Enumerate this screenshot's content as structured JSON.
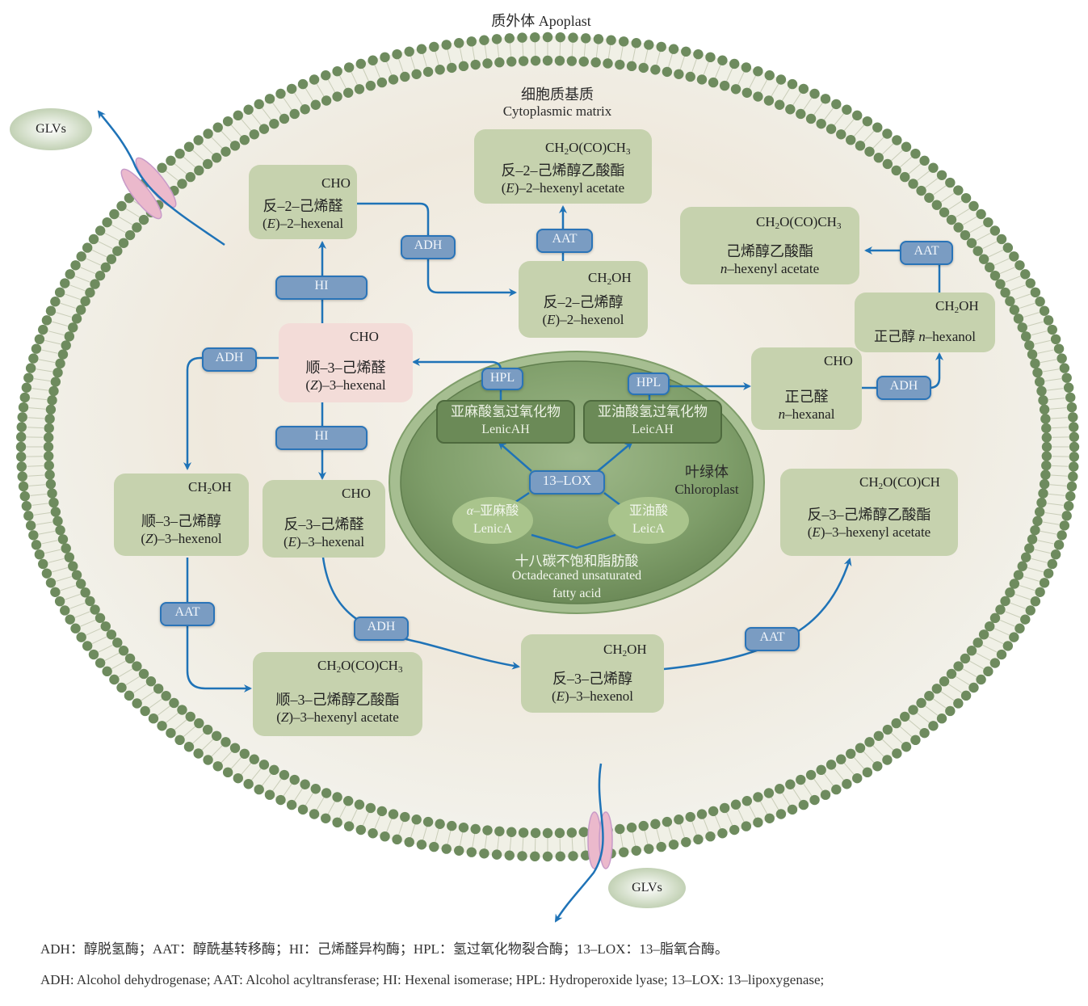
{
  "regions": {
    "apoplast": "质外体 Apoplast",
    "cytoplasm_cn": "细胞质基质",
    "cytoplasm_en": "Cytoplasmic matrix",
    "chloroplast_cn": "叶绿体",
    "chloroplast_en": "Chloroplast"
  },
  "glvs": [
    "GLVs",
    "GLVs"
  ],
  "compounds": {
    "e2_hexenal": {
      "formula_tail": "CHO",
      "cn": "反–2–己烯醛",
      "en_prefix": "E",
      "en_rest": "–2–hexenal"
    },
    "e2_hexenyl_acetate": {
      "formula_tail": "CH2O(CO)CH3",
      "cn": "反–2–己烯醇乙酸酯",
      "en_prefix": "E",
      "en_rest": "–2–hexenyl acetate"
    },
    "e2_hexenol": {
      "formula_tail": "CH2OH",
      "cn": "反–2–己烯醇",
      "en_prefix": "E",
      "en_rest": "–2–hexenol"
    },
    "n_hexenyl_acetate": {
      "formula_tail": "CH2O(CO)CH3",
      "cn": "己烯醇乙酸酯",
      "en_prefix": "n",
      "en_rest": "–hexenyl acetate"
    },
    "n_hexanol": {
      "formula_tail": "CH2OH",
      "cn": "正己醇",
      "en_prefix": "n",
      "en_rest": "–hexanol"
    },
    "z3_hexenal": {
      "formula_tail": "CHO",
      "cn": "顺–3–己烯醛",
      "en_prefix": "Z",
      "en_rest": "–3–hexenal"
    },
    "n_hexanal": {
      "formula_tail": "CHO",
      "cn": "正己醛",
      "en_prefix": "n",
      "en_rest": "–hexanal"
    },
    "z3_hexenol": {
      "formula_tail": "CH2OH",
      "cn": "顺–3–己烯醇",
      "en_prefix": "Z",
      "en_rest": "–3–hexenol"
    },
    "e3_hexenal": {
      "formula_tail": "CHO",
      "cn": "反–3–己烯醛",
      "en_prefix": "E",
      "en_rest": "–3–hexenal"
    },
    "e3_hexenyl_acetate": {
      "formula_tail": "CH2O(CO)CH",
      "cn": "反–3–己烯醇乙酸酯",
      "en_prefix": "E",
      "en_rest": "–3–hexenyl acetate"
    },
    "z3_hexenyl_acetate": {
      "formula_tail": "CH2O(CO)CH3",
      "cn": "顺–3–己烯醇乙酸酯",
      "en_prefix": "Z",
      "en_rest": "–3–hexenyl acetate"
    },
    "e3_hexenol": {
      "formula_tail": "CH2OH",
      "cn": "反–3–己烯醇",
      "en_prefix": "E",
      "en_rest": "–3–hexenol"
    }
  },
  "enzymes": {
    "adh": "ADH",
    "aat": "AAT",
    "hi": "HI",
    "hpl": "HPL",
    "lox": "13–LOX"
  },
  "chloroplast": {
    "lenicah_cn": "亚麻酸氢过氧化物",
    "lenicah_en": "LenicAH",
    "leicah_cn": "亚油酸氢过氧化物",
    "leicah_en": "LeicAH",
    "lenica_cn_prefix": "α",
    "lenica_cn_rest": "–亚麻酸",
    "lenica_en": "LenicA",
    "leica_cn": "亚油酸",
    "leica_en": "LeicA",
    "fatty_cn": "十八碳不饱和脂肪酸",
    "fatty_en1": "Octadecaned unsaturated",
    "fatty_en2": "fatty acid"
  },
  "captions": {
    "cn": "ADH：醇脱氢酶；AAT：醇酰基转移酶；HI：己烯醛异构酶；HPL：氢过氧化物裂合酶；13–LOX：13–脂氧合酶。",
    "en": "ADH: Alcohol dehydrogenase; AAT: Alcohol acyltransferase; HI: Hexenal isomerase; HPL: Hydroperoxide lyase; 13–LOX: 13–lipoxygenase;"
  },
  "colors": {
    "arrow": "#1f73b7",
    "enzyme_fill": "#7a9cc2",
    "node_fill": "#c6d2ae",
    "node_highlight": "#f3dcd8",
    "membrane_head": "#6e8b5e",
    "chloroplast": "#7f9e6a"
  }
}
